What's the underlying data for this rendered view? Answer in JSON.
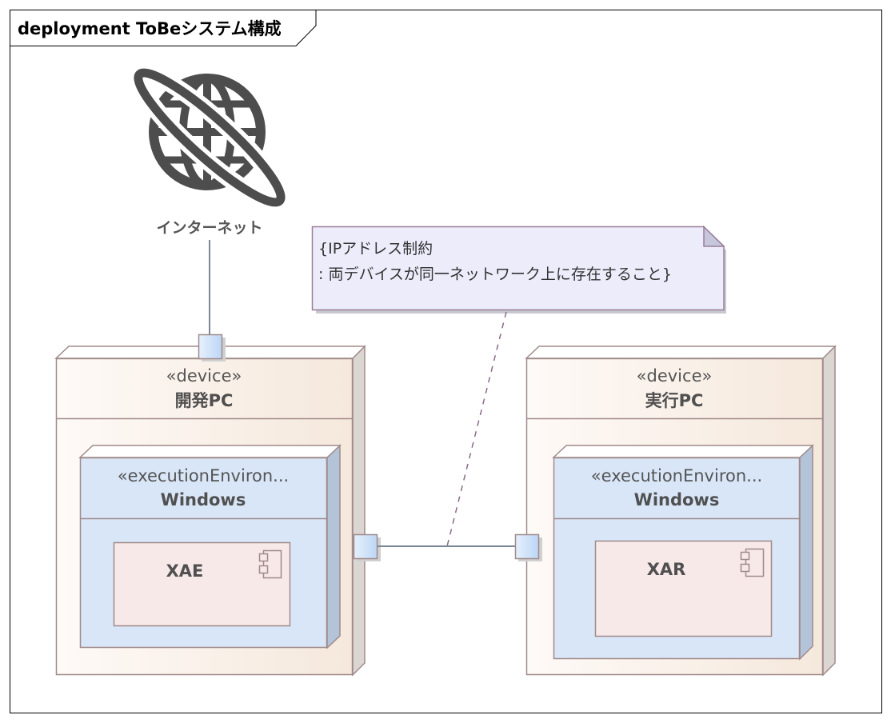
{
  "diagram": {
    "title": "deployment ToBeシステム構成"
  },
  "internet": {
    "label": "インターネット",
    "icon": "globe-icon"
  },
  "note": {
    "line1": "{IPアドレス制約",
    "line2": ": 両デバイスが同一ネットワーク上に存在すること}"
  },
  "nodes": [
    {
      "stereotype": "«device»",
      "name": "開発PC",
      "environment": {
        "stereotype": "«executionEnviron...",
        "name": "Windows",
        "component": {
          "name": "XAE",
          "icon": "component-icon"
        }
      }
    },
    {
      "stereotype": "«device»",
      "name": "実行PC",
      "environment": {
        "stereotype": "«executionEnviron...",
        "name": "Windows",
        "component": {
          "name": "XAR",
          "icon": "component-icon"
        }
      }
    }
  ],
  "colors": {
    "device_fill": "#fbf3ec",
    "device_border": "#a08a8a",
    "env_fill": "#d8e6f8",
    "env_side": "#b4c4d8",
    "component_fill": "#f7e9e8",
    "note_fill": "#ececfb",
    "port_fill": "#c9ddf7",
    "icon": "#4d4d4d"
  }
}
